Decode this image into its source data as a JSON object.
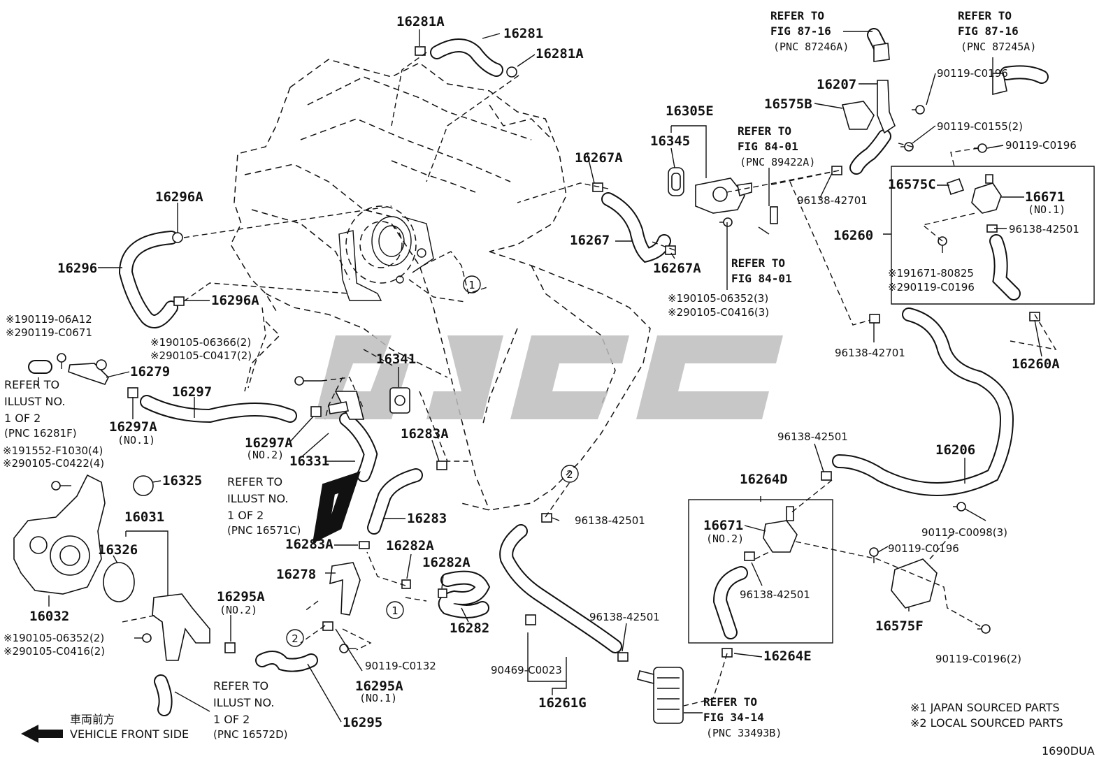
{
  "parts": {
    "p16281A_top": "16281A",
    "p16281": "16281",
    "p16281A_right": "16281A",
    "p16296A_top": "16296A",
    "p16296": "16296",
    "p16296A_bot": "16296A",
    "p16279": "16279",
    "p16297": "16297",
    "p16297A_no1": "16297A",
    "p16297A_no2": "16297A",
    "p16331": "16331",
    "p16341": "16341",
    "p16283A_top": "16283A",
    "p16283": "16283",
    "p16283A_bot": "16283A",
    "p16282A_a": "16282A",
    "p16282A_b": "16282A",
    "p16282": "16282",
    "p16278": "16278",
    "p16295A_no2": "16295A",
    "p16295A_no1": "16295A",
    "p16295": "16295",
    "p16325": "16325",
    "p16031": "16031",
    "p16326": "16326",
    "p16032": "16032",
    "p16267A_top": "16267A",
    "p16267": "16267",
    "p16267A_bot": "16267A",
    "p16305E": "16305E",
    "p16345": "16345",
    "p16207": "16207",
    "p16575B": "16575B",
    "p16575C": "16575C",
    "p16671_no1": "16671",
    "p16260": "16260",
    "p16260A": "16260A",
    "p16206": "16206",
    "p16264D": "16264D",
    "p16671_no2": "16671",
    "p16575F": "16575F",
    "p16264E": "16264E",
    "p16261G": "16261G"
  },
  "subs": {
    "no1": "(NO.1)",
    "no2": "(NO.2)"
  },
  "codes": {
    "c90119_C0196_a": "90119-C0196",
    "c90119_C0155": "90119-C0155(2)",
    "c90119_C0196_b": "90119-C0196",
    "c96138_42701_a": "96138-42701",
    "c96138_42501_a": "96138-42501",
    "c191671": "※191671-80825",
    "c290119_C0196": "※290119-C0196",
    "c96138_42701_b": "96138-42701",
    "c190105_06352_a": "※190105-06352(3)",
    "c290105_C0416_a": "※290105-C0416(3)",
    "c190119_06A12": "※190119-06A12",
    "c290119_C0671": "※290119-C0671",
    "c190105_06366": "※190105-06366(2)",
    "c290105_C0417": "※290105-C0417(2)",
    "c191552": "※191552-F1030(4)",
    "c290105_C0422": "※290105-C0422(4)",
    "c190105_06352_b": "※190105-06352(2)",
    "c290105_C0416_b": "※290105-C0416(2)",
    "c96138_42501_b": "96138-42501",
    "c96138_42501_c": "96138-42501",
    "c90119_C0098": "90119-C0098(3)",
    "c90119_C0196_c": "90119-C0196",
    "c96138_42501_d": "96138-42501",
    "c90119_C0196_2": "90119-C0196(2)",
    "c96138_42501_e": "96138-42501",
    "c90469_C0023": "90469-C0023",
    "c90119_C0132": "90119-C0132"
  },
  "refs": {
    "r1_l1": "REFER TO",
    "r1_l2": "FIG 87-16",
    "r1_l3": "(PNC 87246A)",
    "r2_l1": "REFER TO",
    "r2_l2": "FIG 87-16",
    "r2_l3": "(PNC 87245A)",
    "r3_l1": "REFER TO",
    "r3_l2": "FIG 84-01",
    "r3_l3": "(PNC 89422A)",
    "r4_l1": "REFER TO",
    "r4_l2": "FIG 84-01",
    "r5_l1": "REFER TO",
    "r5_l2": "FIG 34-14",
    "r5_l3": "(PNC 33493B)",
    "i1_l1": "REFER TO",
    "i1_l2": "ILLUST NO.",
    "i1_l3": "1 OF 2",
    "i1_l4": "(PNC 16281F)",
    "i2_l1": "REFER TO",
    "i2_l2": "ILLUST NO.",
    "i2_l3": "1 OF 2",
    "i2_l4": "(PNC 16571C)",
    "i3_l1": "REFER TO",
    "i3_l2": "ILLUST NO.",
    "i3_l3": "1 OF 2",
    "i3_l4": "(PNC 16572D)"
  },
  "circles": {
    "c1": "1",
    "c2": "2",
    "c3": "2",
    "c4": "1"
  },
  "legend": {
    "line1": "※1 JAPAN SOURCED PARTS",
    "line2": "※2 LOCAL SOURCED PARTS"
  },
  "direction": {
    "jp": "車両前方",
    "en": "VEHICLE FRONT SIDE"
  },
  "figure_code": "1690DUA"
}
